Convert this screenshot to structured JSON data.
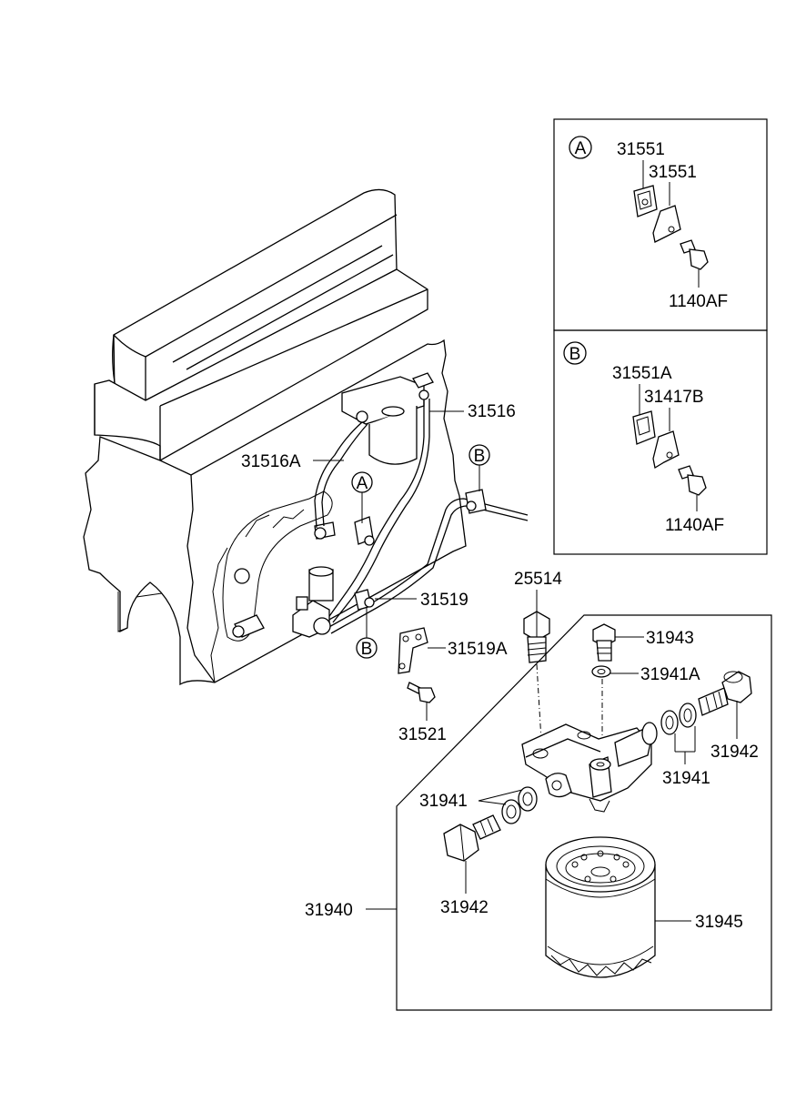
{
  "diagram": {
    "labels": {
      "p31516": "31516",
      "p31516A": "31516A",
      "p31519": "31519",
      "p31519A": "31519A",
      "p31521": "31521",
      "p25514": "25514",
      "p31943": "31943",
      "p31941A": "31941A",
      "p31942_right": "31942",
      "p31941_right": "31941",
      "p31941_left": "31941",
      "p31942_left": "31942",
      "p31940": "31940",
      "p31945": "31945"
    },
    "callouts": {
      "a": "A",
      "b": "B"
    },
    "detail_a": {
      "marker": "A",
      "part1": "31551",
      "part2": "31551",
      "part3": "1140AF"
    },
    "detail_b": {
      "marker": "B",
      "part1": "31551A",
      "part2": "31417B",
      "part3": "1140AF"
    }
  }
}
